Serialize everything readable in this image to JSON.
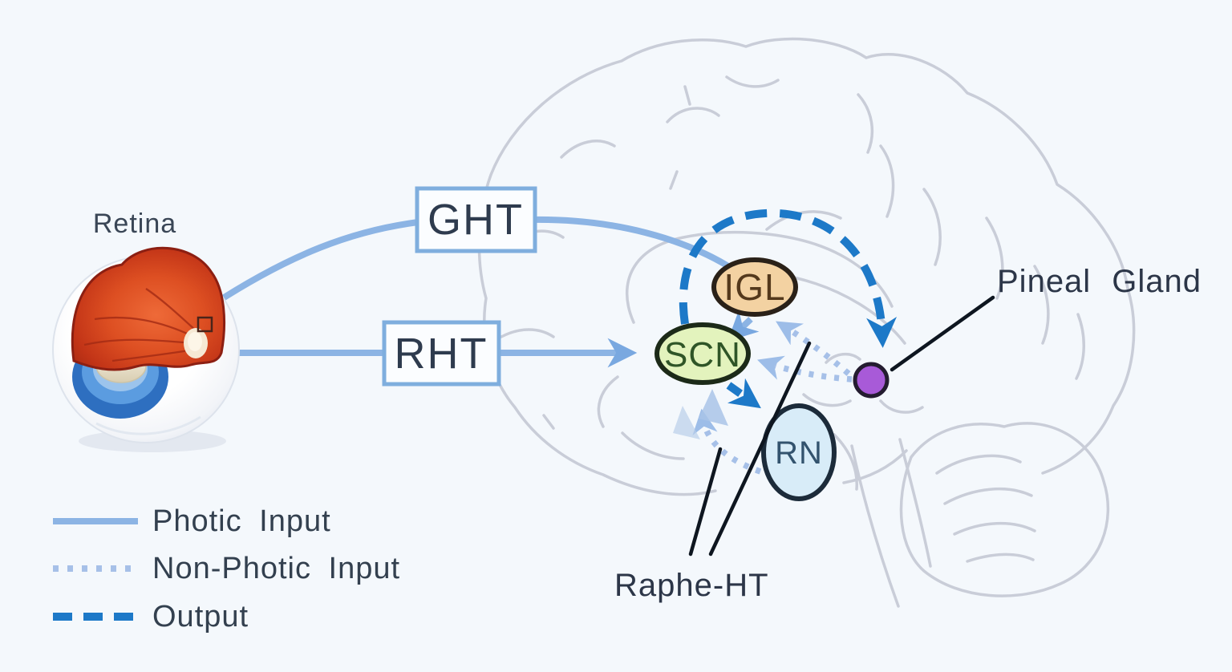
{
  "background": "#f4f8fc",
  "figure": {
    "retina_label": "Retina",
    "boxes": {
      "ght_label": "GHT",
      "rht_label": "RHT"
    },
    "nodes": {
      "igl": {
        "label": "IGL",
        "fill": "#f3d2a2",
        "stroke": "#2a2118"
      },
      "scn": {
        "label": "SCN",
        "fill": "#e3f3bd",
        "stroke": "#1c2a18"
      },
      "rn": {
        "label": "RN",
        "fill": "#d8ecf8",
        "stroke": "#1c2b3a"
      },
      "pineal": {
        "label": "Pineal Gland",
        "fill": "#a85ad8",
        "stroke": "#241c30"
      }
    },
    "raphe_label": "Raphe-HT"
  },
  "legend": {
    "items": [
      {
        "label": "Photic Input",
        "style": "solid",
        "color": "#8cb4e4"
      },
      {
        "label": "Non-Photic Input",
        "style": "dotted",
        "color": "#a6c0e8"
      },
      {
        "label": "Output",
        "style": "dashed",
        "color": "#1d79c8"
      }
    ]
  },
  "colors": {
    "photic": "#8cb4e4",
    "nonphotic": "#a6c0e8",
    "output": "#1d79c8",
    "box_border": "#7faede",
    "brain_sketch": "#c9cdd8",
    "pointer_line": "#0e1620",
    "text": "#2e3b4e",
    "retina_red": "#d94a20",
    "iris_blue": "#2e6fc0",
    "background": "#f4f8fc"
  }
}
